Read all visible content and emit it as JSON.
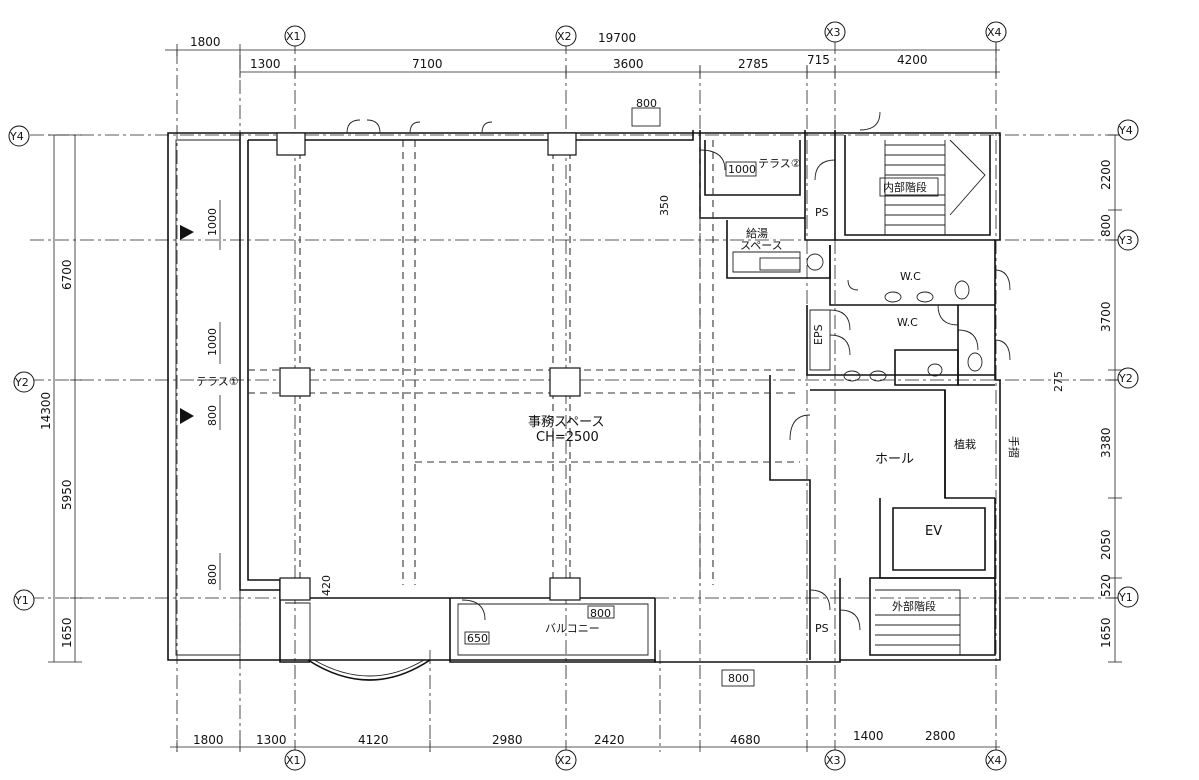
{
  "axes": {
    "x": [
      "X1",
      "X2",
      "X3",
      "X4"
    ],
    "y": [
      "Y4",
      "Y3",
      "Y2",
      "Y1"
    ]
  },
  "dimensions": {
    "top_total": "19700",
    "top_row1": [
      "1800"
    ],
    "top_row2": [
      "1300",
      "7100",
      "3600",
      "2785",
      "715",
      "4200"
    ],
    "bottom_row": [
      "1800",
      "1300",
      "4120",
      "2980",
      "2420",
      "4680",
      "1400",
      "2800"
    ],
    "left_total": "14300",
    "left_outer": [
      "6700",
      "5950",
      "1650"
    ],
    "left_inner": [
      "1000",
      "1000",
      "800",
      "800"
    ],
    "right": [
      "2200",
      "800",
      "3700",
      "275",
      "3380",
      "2050",
      "520",
      "1650"
    ],
    "misc": [
      "800",
      "1000",
      "350",
      "420",
      "800",
      "650",
      "800"
    ]
  },
  "rooms": {
    "office_name": "事務スペース",
    "office_ch": "CH=2500",
    "terrace1": "テラス①",
    "terrace2": "テラス②",
    "inner_stair": "内部階段",
    "kitchenette_1": "給湯",
    "kitchenette_2": "スペース",
    "ps_1": "PS",
    "ps_2": "PS",
    "eps": "EPS",
    "wc_1": "W.C",
    "wc_2": "W.C",
    "hall": "ホール",
    "planting": "植栽",
    "handrail": "手摺",
    "ev": "EV",
    "outer_stair": "外部階段",
    "balcony": "バルコニー"
  }
}
